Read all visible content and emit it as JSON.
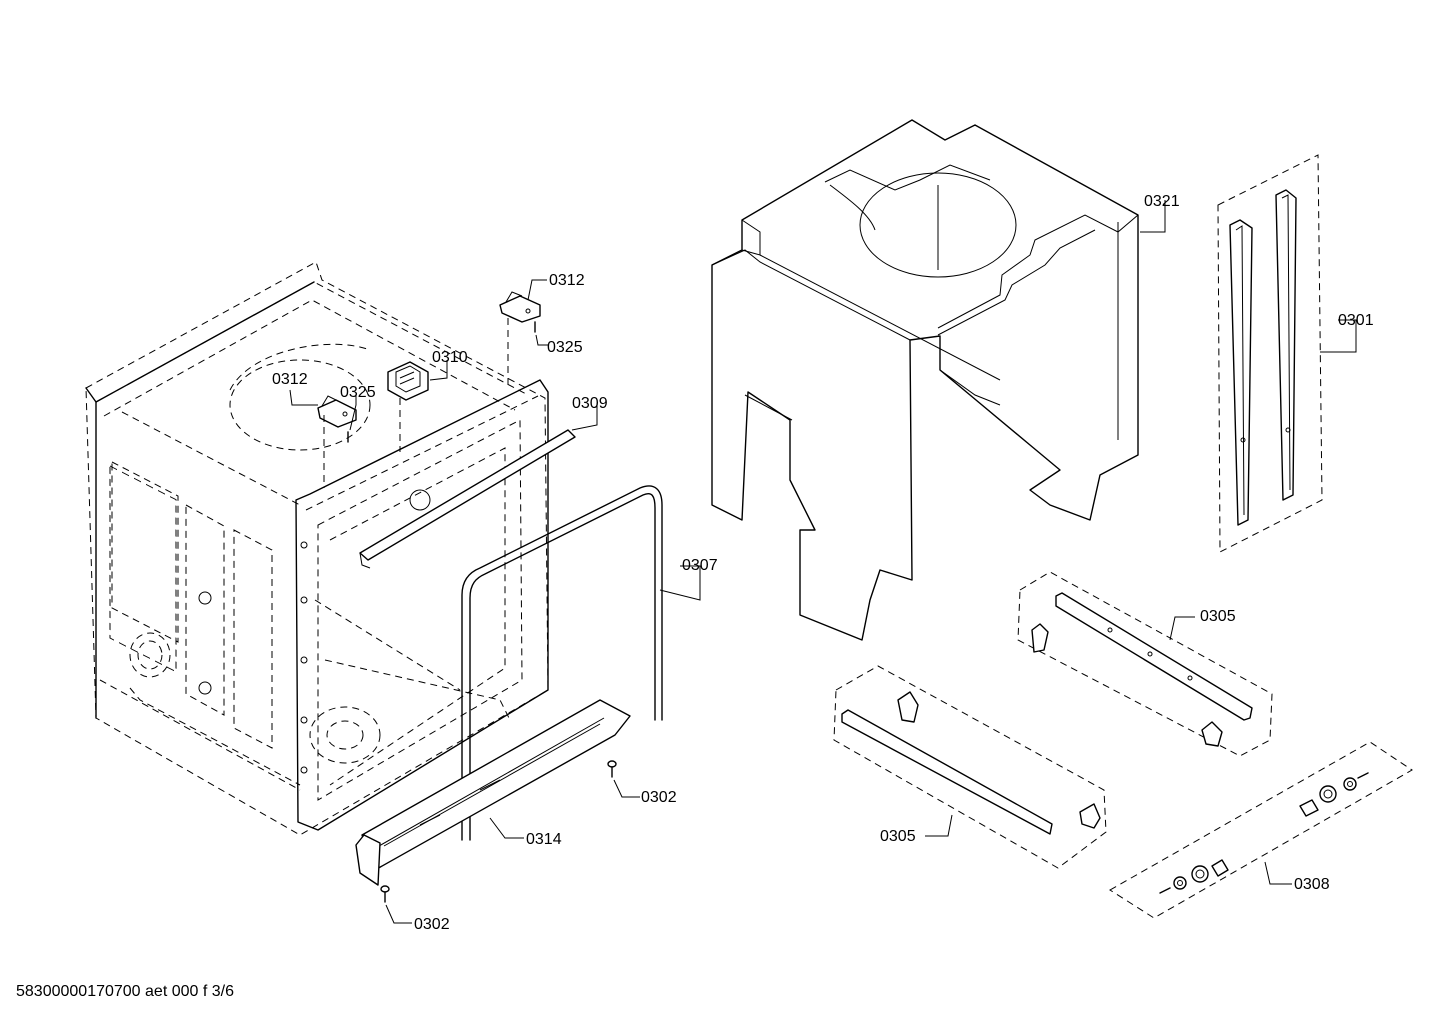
{
  "diagram": {
    "labels": {
      "l0312a": "0312",
      "l0325a": "0325",
      "l0312b": "0312",
      "l0325b": "0325",
      "l0310": "0310",
      "l0309": "0309",
      "l0307": "0307",
      "l0314": "0314",
      "l0302a": "0302",
      "l0302b": "0302",
      "l0321": "0321",
      "l0301": "0301",
      "l0305a": "0305",
      "l0305b": "0305",
      "l0308": "0308"
    }
  },
  "footer": {
    "doc_id": "58300000170700 aet 000 f 3/6"
  }
}
